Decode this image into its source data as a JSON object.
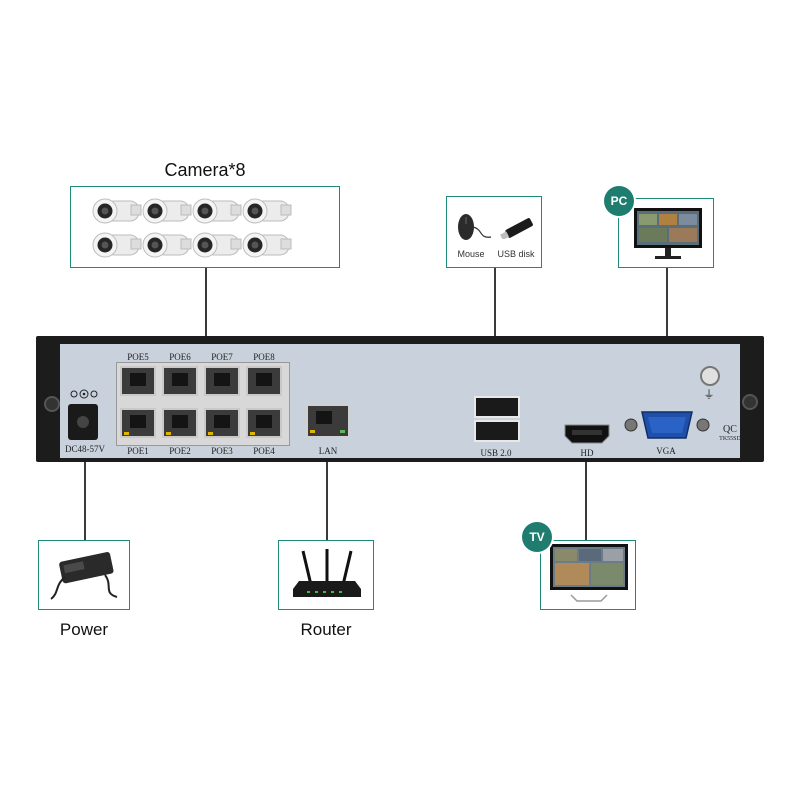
{
  "title": "Camera*8",
  "peripherals": {
    "mouse_label": "Mouse",
    "usb_disk_label": "USB disk"
  },
  "badges": {
    "pc": "PC",
    "tv": "TV"
  },
  "panel": {
    "power_port": "DC48-57V",
    "poe_top": [
      "POE5",
      "POE6",
      "POE7",
      "POE8"
    ],
    "poe_bottom": [
      "POE1",
      "POE2",
      "POE3",
      "POE4"
    ],
    "lan": "LAN",
    "usb": "USB 2.0",
    "hd": "HD",
    "vga": "VGA",
    "qc": "QC",
    "qc_code": "TK55SD",
    "ground_symbol": "⏚"
  },
  "bottom_labels": {
    "power": "Power",
    "router": "Router"
  },
  "colors": {
    "accent": "#1e8a7a",
    "chassis": "#1c1c1c",
    "panel": "#c9d2dc"
  }
}
